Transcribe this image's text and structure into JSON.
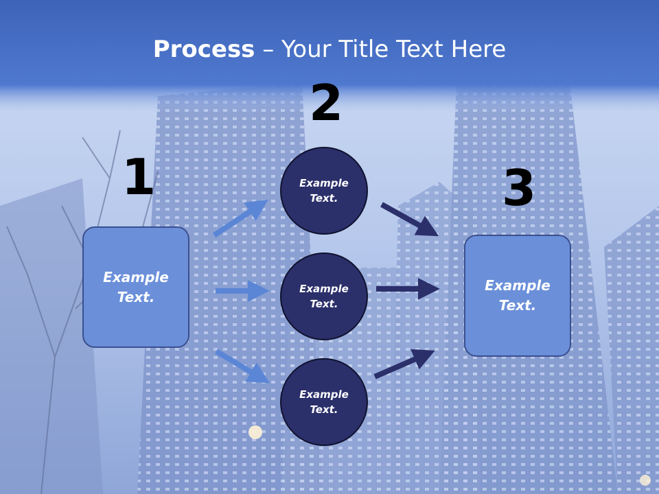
{
  "title": {
    "bold": "Process",
    "rest": " – Your Title Text Here"
  },
  "steps": {
    "one": "1",
    "two": "2",
    "three": "3"
  },
  "nodes": {
    "left_box": "Example\nText.",
    "circle_top": "Example\nText.",
    "circle_mid": "Example\nText.",
    "circle_bottom": "Example\nText.",
    "right_box": "Example\nText."
  },
  "colors": {
    "header": "#4a73c7",
    "box_fill": "#6b8fd9",
    "circle_fill": "#2b2f6a",
    "arrow_light": "#5b86d6",
    "arrow_dark": "#2b2f6a"
  }
}
